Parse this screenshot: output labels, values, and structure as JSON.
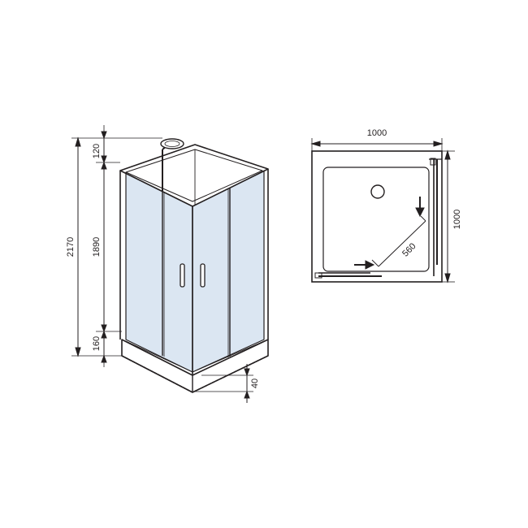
{
  "front_view": {
    "dim_total": "2170",
    "dim_top": "120",
    "dim_glass": "1890",
    "dim_base": "160",
    "dim_tray": "40"
  },
  "top_view": {
    "dim_width": "1000",
    "dim_depth": "1000",
    "dim_entry": "560"
  },
  "colors": {
    "glass": "#dbe6f2",
    "line": "#231f20",
    "background": "#ffffff"
  }
}
